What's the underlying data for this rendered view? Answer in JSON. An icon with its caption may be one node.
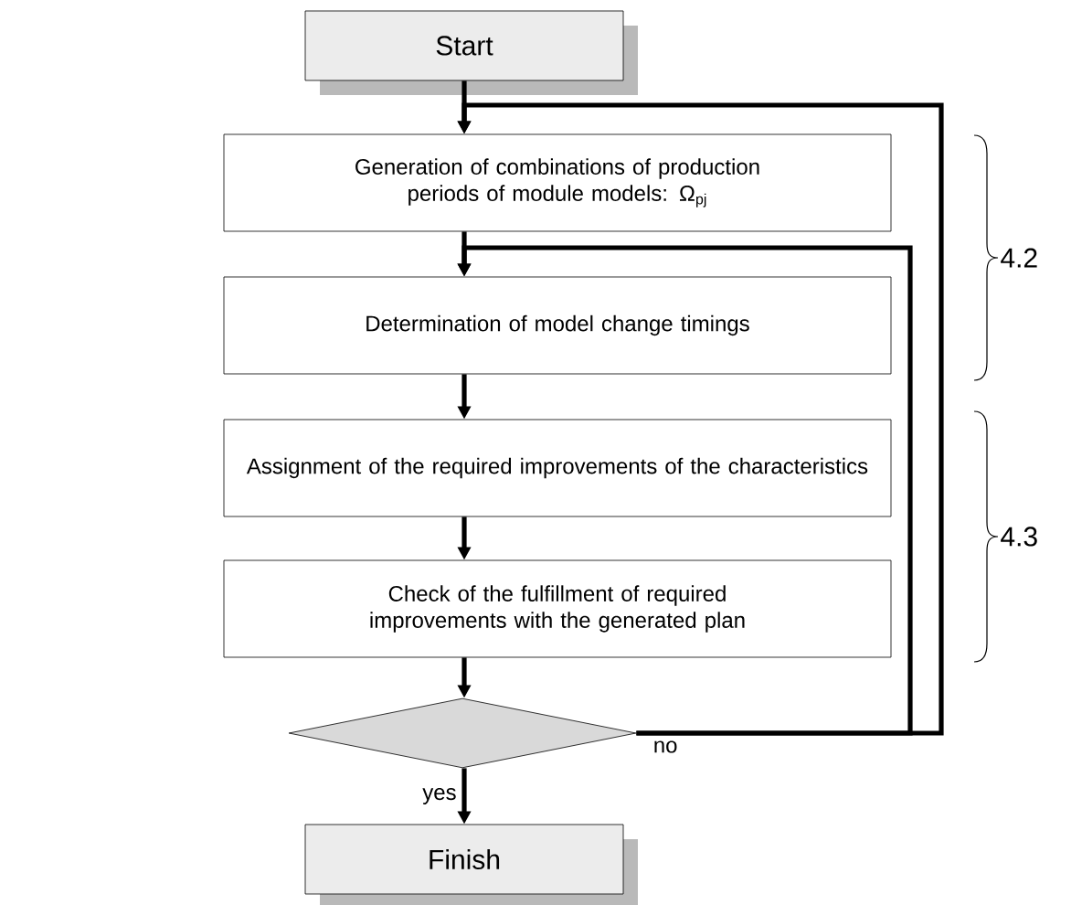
{
  "diagram": {
    "nodes": [
      {
        "text": [
          "Start"
        ]
      },
      {
        "text": [
          "Generation of combinations of production periods of module models: Ω$_{pj}$"
        ]
      },
      {
        "text": [
          "Determination of model change timings"
        ]
      },
      {
        "text": [
          "Assignment of the required improvements of the characteristics"
        ]
      },
      {
        "text": [
          "Check of the fulfillment of required improvements with the generated plan"
        ]
      },
      {
        "text": [],
        "shape": "diamond"
      },
      {
        "text": [
          "Finish"
        ]
      }
    ],
    "edges": [
      {
        "from": 0,
        "to": 1,
        "arrow": "to"
      },
      {
        "from": 1,
        "to": 2,
        "arrow": "to"
      },
      {
        "from": 2,
        "to": 3,
        "arrow": "to"
      },
      {
        "from": 3,
        "to": 4,
        "arrow": "to"
      },
      {
        "from": 4,
        "to": 5,
        "arrow": "to"
      },
      {
        "from": 5,
        "to": 6,
        "label": "yes",
        "arrow": "to"
      },
      {
        "from": 5,
        "to": 1,
        "label": "no",
        "arrow": "to"
      },
      {
        "from": 5,
        "to": 2,
        "arrow": "to"
      }
    ],
    "labels": [
      "4.2",
      "4.3"
    ]
  }
}
